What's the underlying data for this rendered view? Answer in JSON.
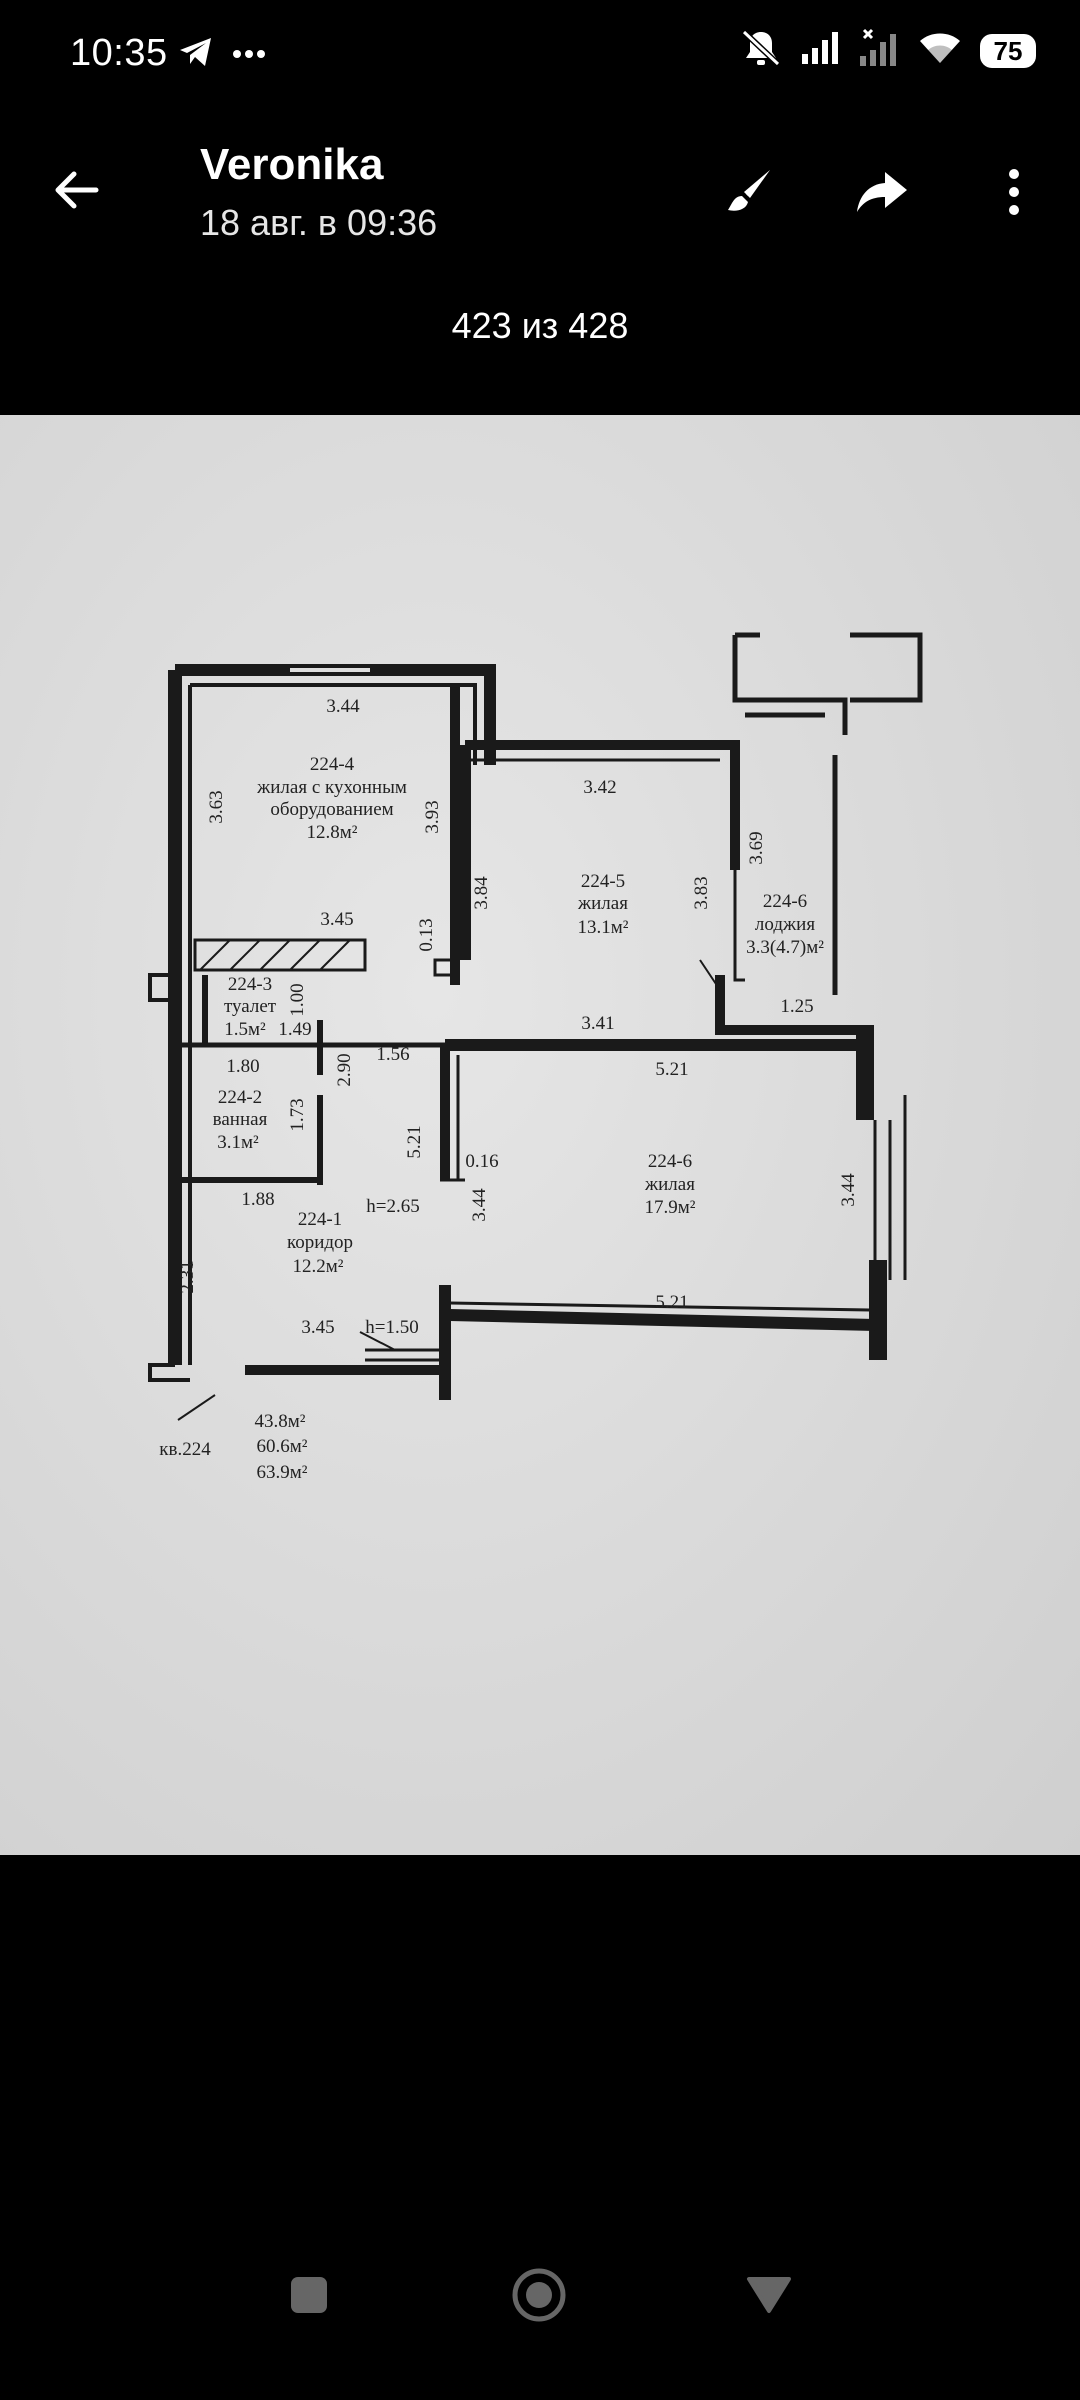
{
  "status": {
    "time": "10:35",
    "battery": "75",
    "icons": [
      "telegram-icon",
      "more-dots-icon",
      "mute-icon",
      "signal-icon",
      "signal-x-icon",
      "wifi-icon",
      "battery-icon"
    ]
  },
  "header": {
    "sender": "Veronika",
    "date": "18 авг. в 09:36",
    "counter": "423 из 428",
    "icons": [
      "back-arrow-icon",
      "brush-icon",
      "share-icon",
      "overflow-menu-icon"
    ]
  },
  "plan": {
    "r224_4": {
      "id": "224-4",
      "name1": "жилая с кухонным",
      "name2": "оборудованием",
      "area": "12.8м²"
    },
    "r224_5": {
      "id": "224-5",
      "name": "жилая",
      "area": "13.1м²"
    },
    "r224_6_log": {
      "id": "224-6",
      "name": "лоджия",
      "area": "3.3(4.7)м²"
    },
    "r224_3": {
      "id": "224-3",
      "name": "туалет",
      "area": "1.5м²"
    },
    "r224_2": {
      "id": "224-2",
      "name": "ванная",
      "area": "3.1м²"
    },
    "r224_6_liv": {
      "id": "224-6",
      "name": "жилая",
      "area": "17.9м²"
    },
    "r224_1": {
      "id": "224-1",
      "name": "коридор",
      "area": "12.2м²",
      "height": "h=2.65"
    },
    "apt": {
      "label": "кв.224",
      "a1": "43.8м²",
      "a2": "60.6м²",
      "a3": "63.9м²"
    },
    "dims": {
      "d344a": "3.44",
      "d363": "3.63",
      "d393": "3.93",
      "d342": "3.42",
      "d369": "3.69",
      "d384": "3.84",
      "d383": "3.83",
      "d345a": "3.45",
      "d013": "0.13",
      "d100": "1.00",
      "d149": "1.49",
      "d341": "3.41",
      "d125": "1.25",
      "d180": "1.80",
      "d156": "1.56",
      "d290": "2.90",
      "d521a": "5.21",
      "d173": "1.73",
      "d521v": "5.21",
      "d016": "0.16",
      "d344b": "3.44",
      "d344c": "3.44",
      "d188": "1.88",
      "d231": "2.31",
      "d345b": "3.45",
      "h150": "h=1.50",
      "d521b": "5.21"
    }
  },
  "nav": {
    "icons": [
      "recents-square-icon",
      "home-circle-icon",
      "back-triangle-icon"
    ]
  }
}
